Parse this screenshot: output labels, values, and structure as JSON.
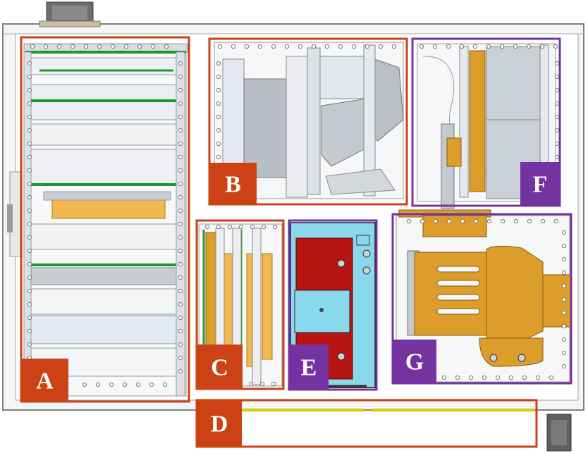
{
  "colors": {
    "red": "#cc4215",
    "purple": "#7433a0",
    "frame": "#8a8a8a",
    "metal": "#dde2e8",
    "metal_dark": "#b8bec6",
    "pcb": "#f0b84e",
    "green": "#1e9a2a",
    "cyan": "#8ad8ec",
    "dark_red": "#b81414",
    "gold": "#dd9d2a",
    "yellow": "#e8e020"
  },
  "modules": [
    {
      "id": "A",
      "label": "A",
      "style": "red"
    },
    {
      "id": "B",
      "label": "B",
      "style": "red"
    },
    {
      "id": "C",
      "label": "C",
      "style": "red"
    },
    {
      "id": "D",
      "label": "D",
      "style": "red"
    },
    {
      "id": "E",
      "label": "E",
      "style": "purple"
    },
    {
      "id": "F",
      "label": "F",
      "style": "purple"
    },
    {
      "id": "G",
      "label": "G",
      "style": "purple"
    }
  ]
}
